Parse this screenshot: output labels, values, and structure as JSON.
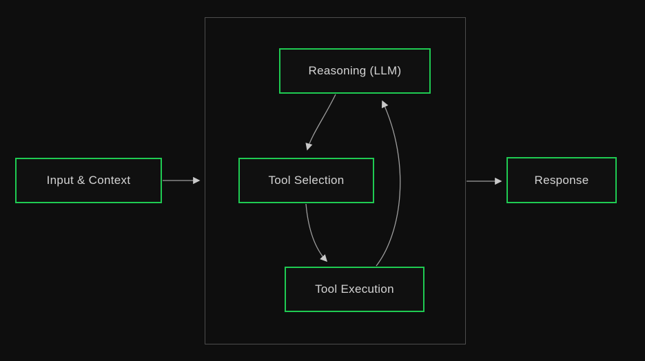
{
  "diagram": {
    "nodes": {
      "input_context": {
        "label": "Input & Context"
      },
      "reasoning": {
        "label": "Reasoning (LLM)"
      },
      "tool_selection": {
        "label": "Tool Selection"
      },
      "tool_execution": {
        "label": "Tool Execution"
      },
      "response": {
        "label": "Response"
      }
    },
    "edges": [
      {
        "from": "input_context",
        "to": "agent_loop_container"
      },
      {
        "from": "reasoning",
        "to": "tool_selection"
      },
      {
        "from": "tool_selection",
        "to": "tool_execution"
      },
      {
        "from": "tool_execution",
        "to": "reasoning"
      },
      {
        "from": "agent_loop_container",
        "to": "response"
      }
    ],
    "colors": {
      "background": "#0e0e0e",
      "node_border": "#1fcb52",
      "node_fill": "#101010",
      "container_border": "#4d4d4d",
      "arrow": "#9e9e9e",
      "arrowhead": "#c8c8c8",
      "text": "#d4d4d4"
    }
  }
}
